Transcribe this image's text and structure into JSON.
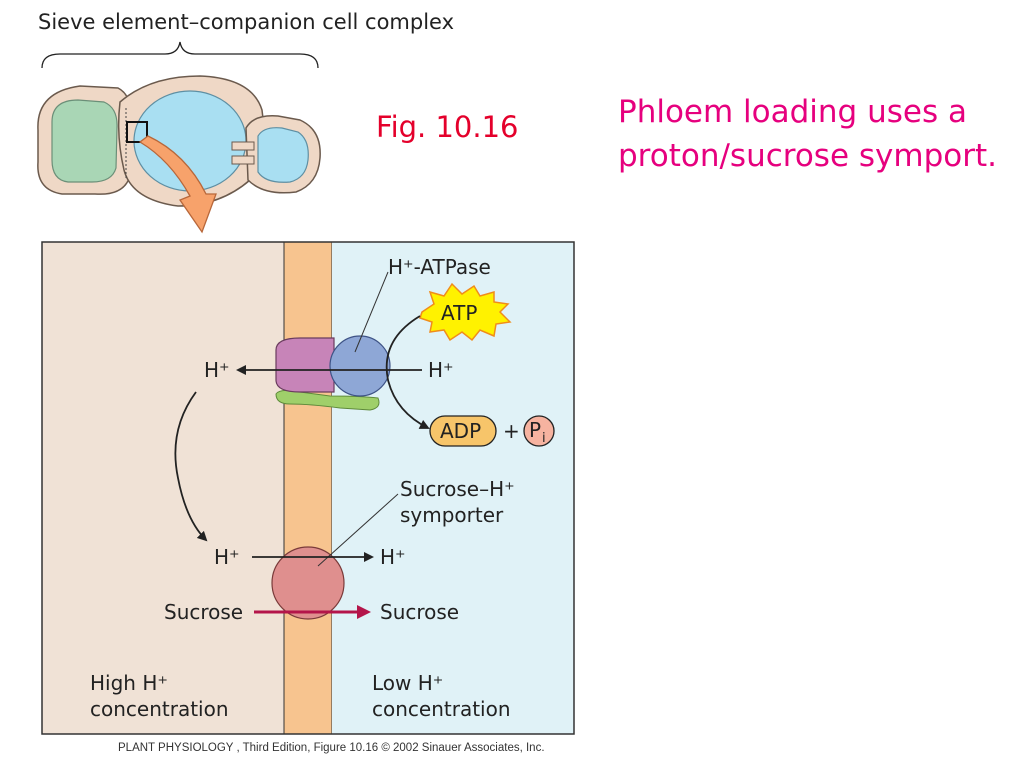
{
  "diagram_title": "Sieve element–companion cell complex",
  "figure_label": "Fig. 10.16",
  "heading_lines": [
    "Phloem loading uses a",
    "proton/sucrose symport."
  ],
  "labels": {
    "atpase": "H⁺-ATPase",
    "atp": "ATP",
    "adp": "ADP",
    "plus": "+",
    "pi": "P",
    "pi_sub": "i",
    "h_plus_left_top": "H⁺",
    "h_plus_right_top": "H⁺",
    "symporter_line1": "Sucrose–H⁺",
    "symporter_line2": "symporter",
    "h_plus_left_bottom": "H⁺",
    "h_plus_right_bottom": "H⁺",
    "sucrose_left": "Sucrose",
    "sucrose_right": "Sucrose",
    "high_line1": "High H⁺",
    "high_line2": "concentration",
    "low_line1": "Low H⁺",
    "low_line2": "concentration"
  },
  "colors": {
    "outside_fill": "#f0e2d6",
    "membrane_fill": "#f7c48f",
    "inside_fill": "#e0f2f7",
    "atpase_left": "#c784b8",
    "atpase_right": "#8ea7d6",
    "anchor_green": "#9fcf6a",
    "symporter": "#df8f8e",
    "atp_star": "#fff200",
    "adp_fill": "#f7c56a",
    "pi_fill": "#f6b3a0",
    "sucrose_arrow": "#b4154a",
    "heading": "#e6007e",
    "figure_label": "#e4002b"
  },
  "footer": "PLANT PHYSIOLOGY , Third Edition, Figure 10.16  © 2002 Sinauer Associates, Inc."
}
